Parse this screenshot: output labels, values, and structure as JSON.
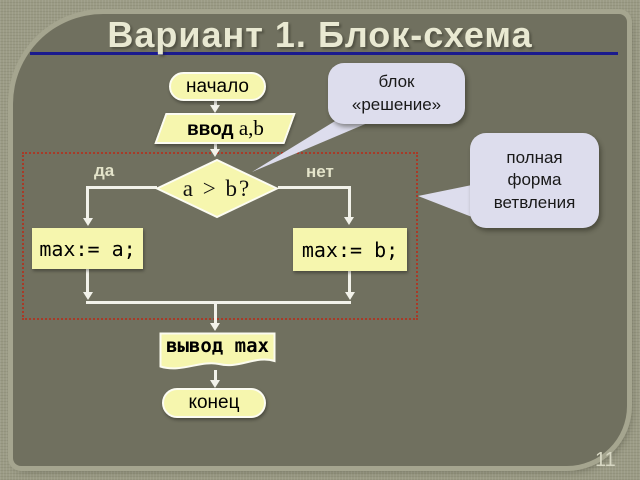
{
  "slide": {
    "title": "Вариант 1. Блок-схема",
    "page_number": "11"
  },
  "flowchart": {
    "start_label": "начало",
    "input_label": "ввод",
    "input_vars": "a,b",
    "decision_label": "a > b?",
    "yes_label": "да",
    "no_label": "нет",
    "assign_left_label": "max:= a;",
    "assign_right_label": "max:= b;",
    "output_label": "вывод max",
    "end_label": "конец"
  },
  "callouts": {
    "decision_block": {
      "line1": "блок",
      "line2": "«решение»"
    },
    "full_branching": {
      "line1": "полная",
      "line2": "форма",
      "line3": "ветвления"
    }
  },
  "colors": {
    "background": "#9b9b85",
    "panel": "#70705f",
    "shape_fill": "#f6f6ae",
    "callout_fill": "#dddded",
    "dashed_border": "#a93a27",
    "title_text": "#e9e9d2",
    "title_underline": "#1a1a8e",
    "connector": "#f2f2ea",
    "branch_label_text": "#e4e4ca"
  }
}
